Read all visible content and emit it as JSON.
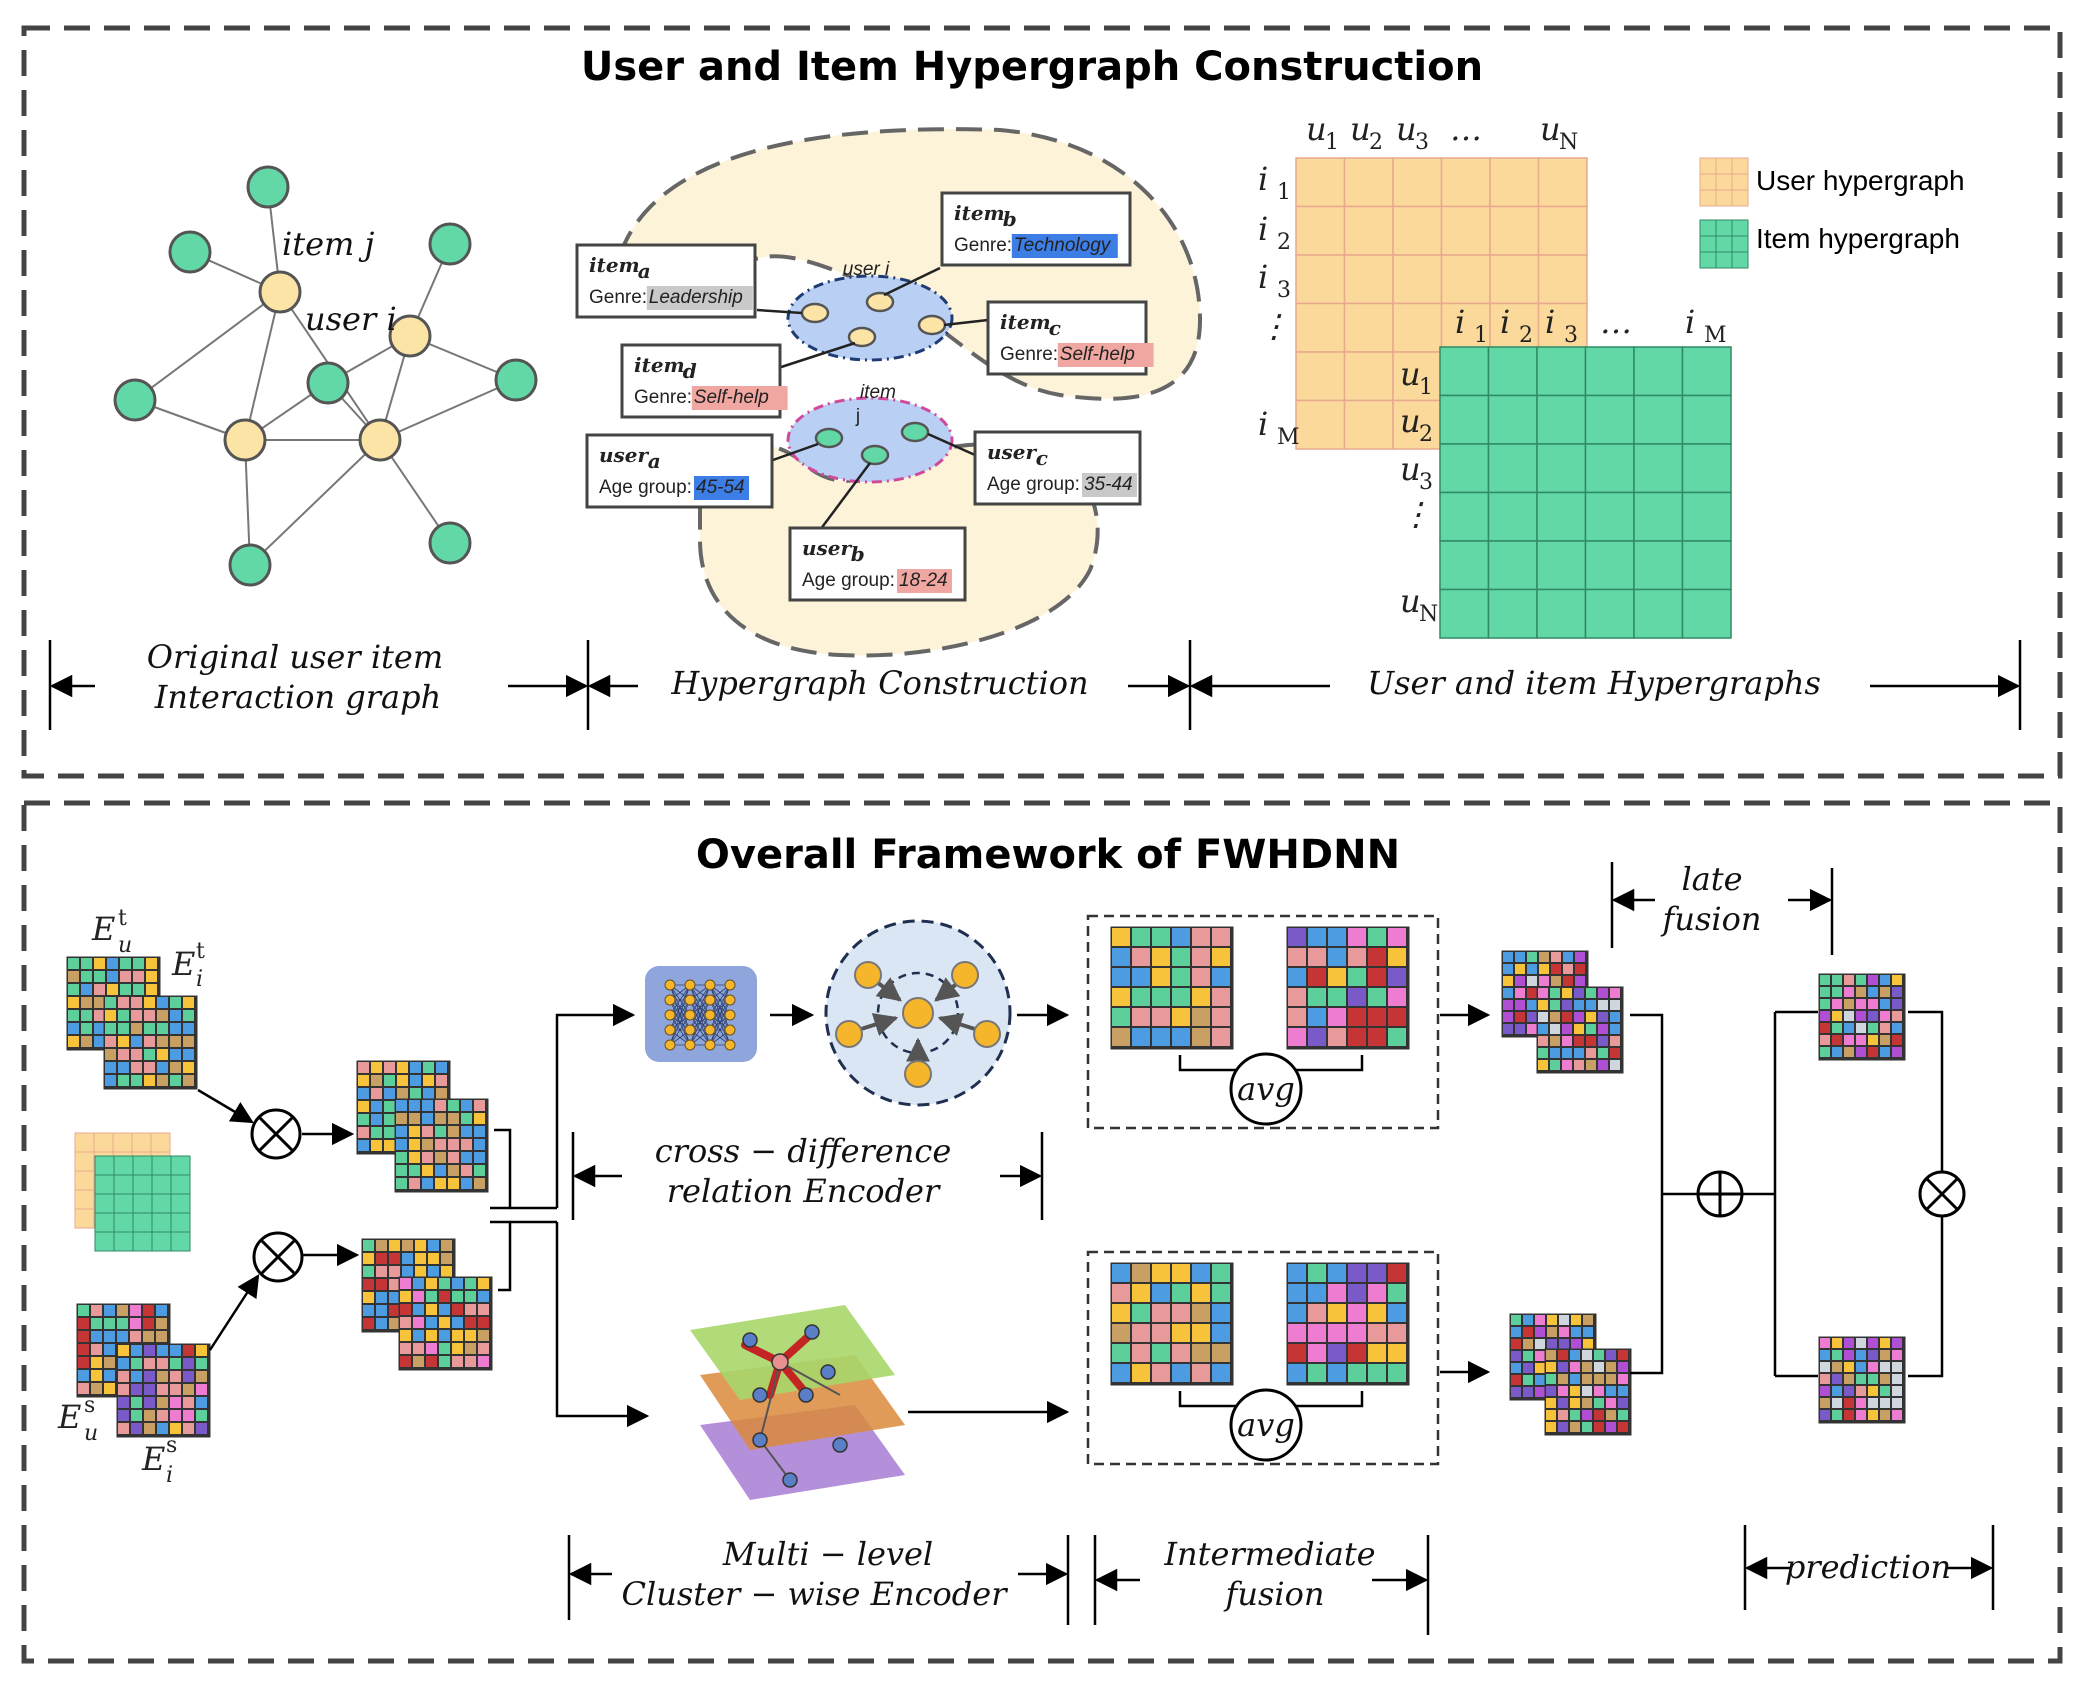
{
  "section_top": {
    "title": "User and Item Hypergraph Construction",
    "graph": {
      "label_item_j": "item j",
      "label_user_i": "user i"
    },
    "hyper": {
      "user_i_label": "user i",
      "item_label_1": "item",
      "item_label_2": "j",
      "boxes": [
        {
          "name": "item",
          "sub": "a",
          "field": "Genre:",
          "value": "Leadership",
          "color": "#c9c9c9"
        },
        {
          "name": "item",
          "sub": "b",
          "field": "Genre:",
          "value": "Technology",
          "color": "#3d7ee6"
        },
        {
          "name": "item",
          "sub": "c",
          "field": "Genre:",
          "value": "Self-help",
          "color": "#f0a7a2"
        },
        {
          "name": "item",
          "sub": "d",
          "field": "Genre:",
          "value": "Self-help",
          "color": "#f0a7a2"
        },
        {
          "name": "user",
          "sub": "a",
          "field": "Age group:",
          "value": "45-54",
          "color": "#3d7ee6"
        },
        {
          "name": "user",
          "sub": "c",
          "field": "Age group:",
          "value": "35-44",
          "color": "#c9c9c9"
        },
        {
          "name": "user",
          "sub": "b",
          "field": "Age group:",
          "value": "18-24",
          "color": "#f0a7a2"
        }
      ]
    },
    "matrix": {
      "cols_u": [
        "u",
        "u",
        "u",
        "…",
        "u"
      ],
      "cols_u_sub": [
        "1",
        "2",
        "3",
        "",
        "N"
      ],
      "rows_i": [
        "i",
        "i",
        "i",
        "⋮",
        "i"
      ],
      "rows_i_sub": [
        "1",
        "2",
        "3",
        "",
        "M"
      ],
      "cols_i": [
        "i",
        "i",
        "i",
        "…",
        "i"
      ],
      "cols_i_sub": [
        "1",
        "2",
        "3",
        "",
        "M"
      ],
      "rows_u": [
        "u",
        "u",
        "u",
        "⋮",
        "u"
      ],
      "rows_u_sub": [
        "1",
        "2",
        "3",
        "",
        "N"
      ]
    },
    "legend": [
      {
        "label": "User hypergraph",
        "color": "#fbd99a"
      },
      {
        "label": "Item hypergraph",
        "color": "#62d8a6"
      }
    ],
    "stages": [
      {
        "line1": "Original user item",
        "line2": "Interaction graph"
      },
      {
        "line1": "Hypergraph Construction",
        "line2": ""
      },
      {
        "line1": "User and item Hypergraphs",
        "line2": ""
      }
    ]
  },
  "section_bottom": {
    "title": "Overall Framework of FWHDNN",
    "embeddings": {
      "e_ut": {
        "base": "E",
        "sub": "u",
        "sup": "t"
      },
      "e_it": {
        "base": "E",
        "sub": "i",
        "sup": "t"
      },
      "e_us": {
        "base": "E",
        "sub": "u",
        "sup": "s"
      },
      "e_is": {
        "base": "E",
        "sub": "i",
        "sup": "s"
      }
    },
    "ops": {
      "multiply": "⊗",
      "add": "⊕"
    },
    "avg_label": "avg",
    "late_fusion": {
      "line1": "late",
      "line2": "fusion"
    },
    "stages": [
      {
        "line1": "cross − difference",
        "line2": "relation Encoder"
      },
      {
        "line1": "Multi − level",
        "line2": "Cluster − wise Encoder"
      },
      {
        "line1": "Intermediate",
        "line2": "fusion"
      },
      {
        "line1": "prediction",
        "line2": ""
      }
    ]
  },
  "colors": {
    "yellow_node": "#fce4a6",
    "green_node": "#62d8a6",
    "node_stroke": "#555555",
    "user_grid": "#fbd99a",
    "user_grid_line": "#e8a98f",
    "item_grid": "#62d8a6",
    "item_grid_line": "#2f8a65",
    "blob_fill": "#fdf3d8",
    "ellipse_fill": "#b9cff4",
    "orange_node": "#f6b62b"
  }
}
